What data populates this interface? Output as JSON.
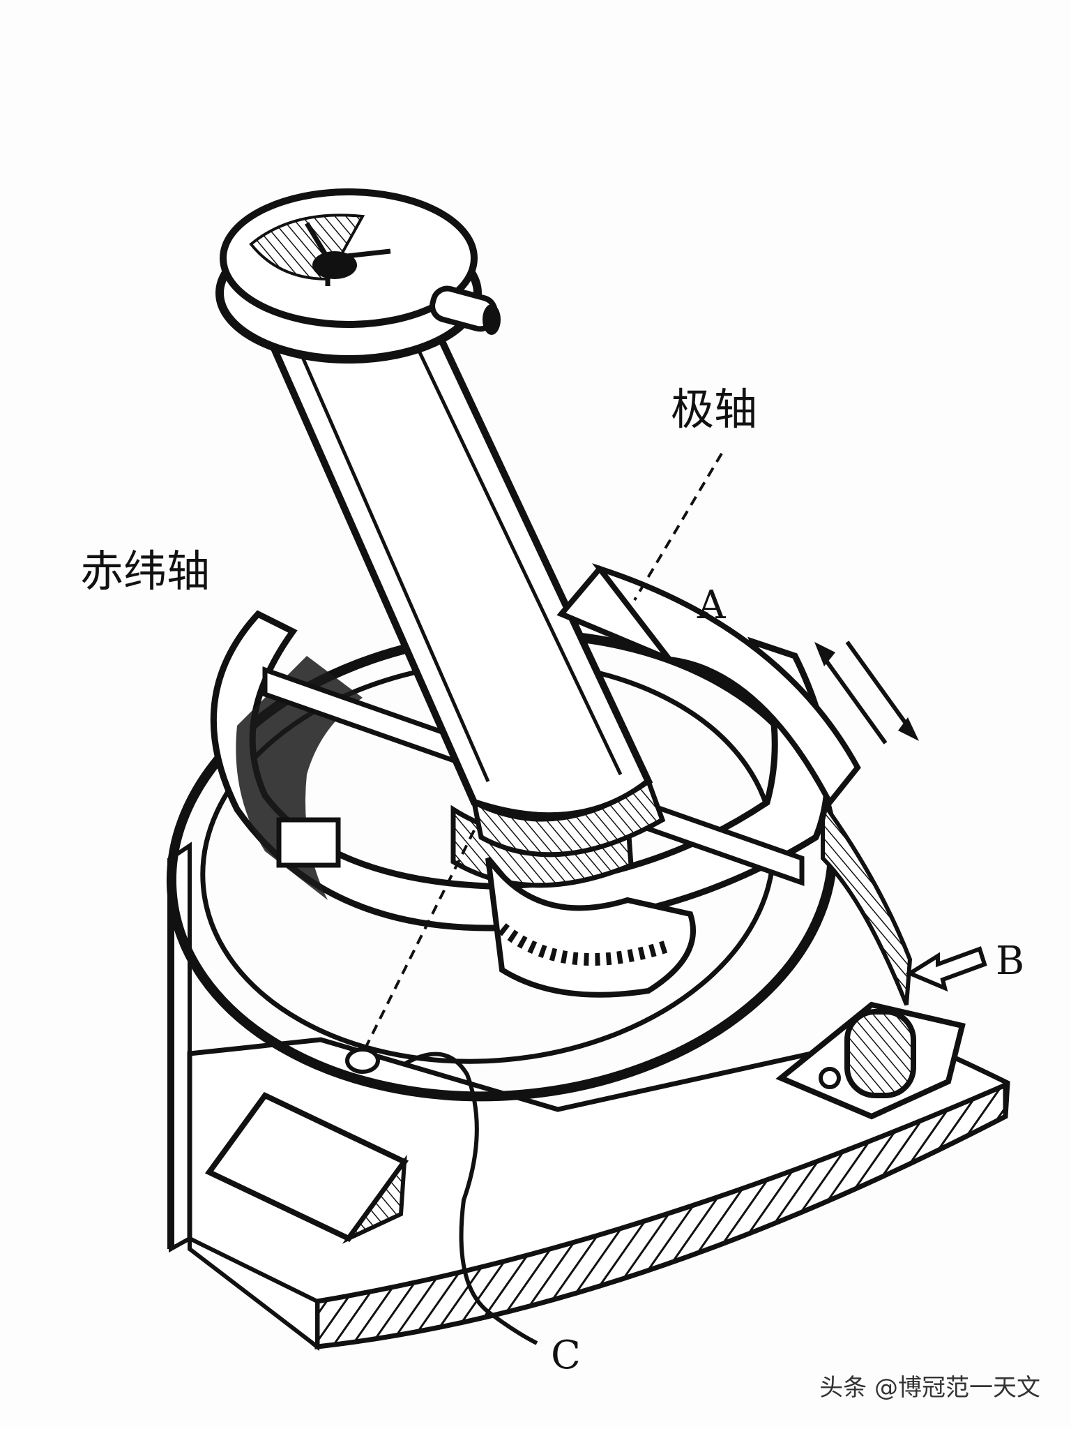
{
  "labels": {
    "polar_axis": "极轴",
    "declination_axis": "赤纬轴",
    "point_a": "A",
    "point_b": "B",
    "point_c": "C"
  },
  "watermark": "头条 @博冠范一天文",
  "colors": {
    "ink": "#111111",
    "paper": "#fdfdfd"
  }
}
